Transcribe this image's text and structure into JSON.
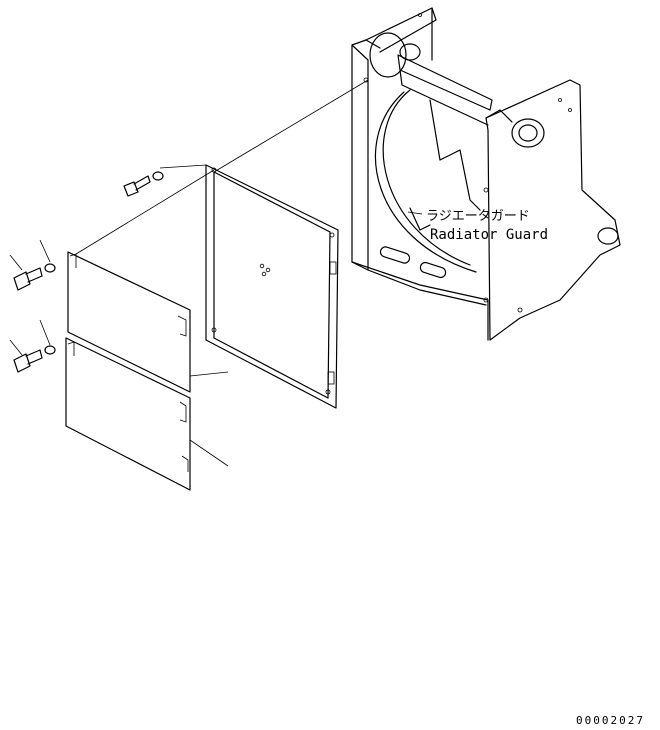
{
  "callouts": {
    "radiator_guard_jp": "ラジエータガード",
    "radiator_guard_en": "Radiator Guard"
  },
  "drawing_code": "00002027"
}
